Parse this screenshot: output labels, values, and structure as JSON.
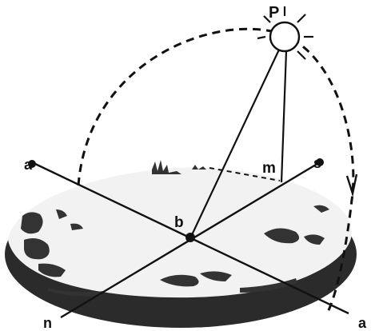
{
  "labels": {
    "sun": "P",
    "center": "b",
    "perpendicular_foot": "m",
    "west_upper": "a",
    "east_upper": "s",
    "bottom_left": "n",
    "bottom_right": "a"
  }
}
